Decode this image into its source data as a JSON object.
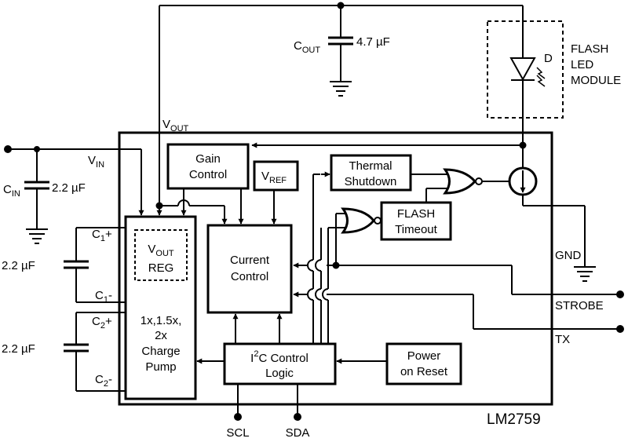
{
  "chip_name": "LM2759",
  "cout": {
    "label": "C",
    "sub": "OUT",
    "value": "4.7 µF"
  },
  "cin": {
    "label": "C",
    "sub": "IN",
    "value": "2.2 µF"
  },
  "c1": {
    "value": "2.2 µF",
    "plus_label": "C",
    "plus_sub": "1",
    "plus_sign": "+",
    "minus_label": "C",
    "minus_sub": "1",
    "minus_sign": "-"
  },
  "c2": {
    "value": "2.2 µF",
    "plus_label": "C",
    "plus_sub": "2",
    "plus_sign": "+",
    "minus_label": "C",
    "minus_sub": "2",
    "minus_sign": "-"
  },
  "vout_net": {
    "label": "V",
    "sub": "OUT"
  },
  "vin_net": {
    "label": "V",
    "sub": "IN"
  },
  "flash_module": {
    "line1": "FLASH",
    "line2": "LED",
    "line3": "MODULE",
    "diode": "D"
  },
  "blocks": {
    "gain": {
      "line1": "Gain",
      "line2": "Control"
    },
    "vref": {
      "label": "V",
      "sub": "REF"
    },
    "thermal": {
      "line1": "Thermal",
      "line2": "Shutdown"
    },
    "flash_timeout": {
      "line1": "FLASH",
      "line2": "Timeout"
    },
    "current": {
      "line1": "Current",
      "line2": "Control"
    },
    "vout_reg": {
      "label": "V",
      "sub": "OUT",
      "line2": "REG"
    },
    "charge_pump": {
      "line1": "1x,1.5x,",
      "line2": "2x",
      "line3": "Charge",
      "line4": "Pump"
    },
    "i2c": {
      "pre": "I",
      "sup": "2",
      "post": "C Control",
      "line2": "Logic"
    },
    "por": {
      "line1": "Power",
      "line2": "on Reset"
    }
  },
  "pins": {
    "gnd": "GND",
    "strobe": "STROBE",
    "tx": "TX",
    "scl": "SCL",
    "sda": "SDA"
  }
}
